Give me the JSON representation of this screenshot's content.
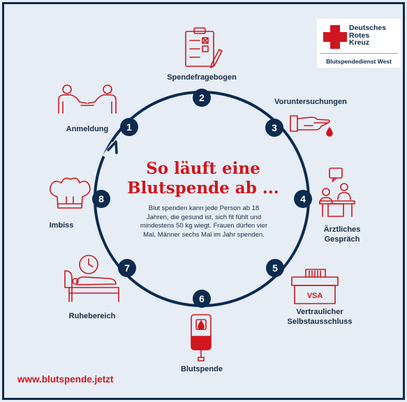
{
  "logo": {
    "line1": "Deutsches",
    "line2": "Rotes",
    "line3": "Kreuz",
    "subline": "Blutspendedienst West"
  },
  "title": {
    "line1": "So läuft eine",
    "line2": "Blutspende ab ..."
  },
  "description": "Blut spenden kann jede Person ab 18 Jahren, die gesund ist, sich fit fühlt und mindestens 50 kg wiegt. Frauen dürfen vier Mal, Männer sechs Mal im Jahr spenden.",
  "steps": [
    {
      "num": "1",
      "label": "Anmeldung"
    },
    {
      "num": "2",
      "label": "Spendefragebogen"
    },
    {
      "num": "3",
      "label": "Voruntersuchungen"
    },
    {
      "num": "4",
      "label_line1": "Ärztliches",
      "label_line2": "Gespräch"
    },
    {
      "num": "5",
      "label_line1": "Vertraulicher",
      "label_line2": "Selbstausschluss"
    },
    {
      "num": "6",
      "label": "Blutspende"
    },
    {
      "num": "7",
      "label": "Ruhebereich"
    },
    {
      "num": "8",
      "label": "Imbiss"
    }
  ],
  "vsa_text": "VSA",
  "website": "www.blutspende.jetzt",
  "colors": {
    "navy": "#0d2a4f",
    "red": "#d0161e",
    "background": "#e6edf4"
  }
}
